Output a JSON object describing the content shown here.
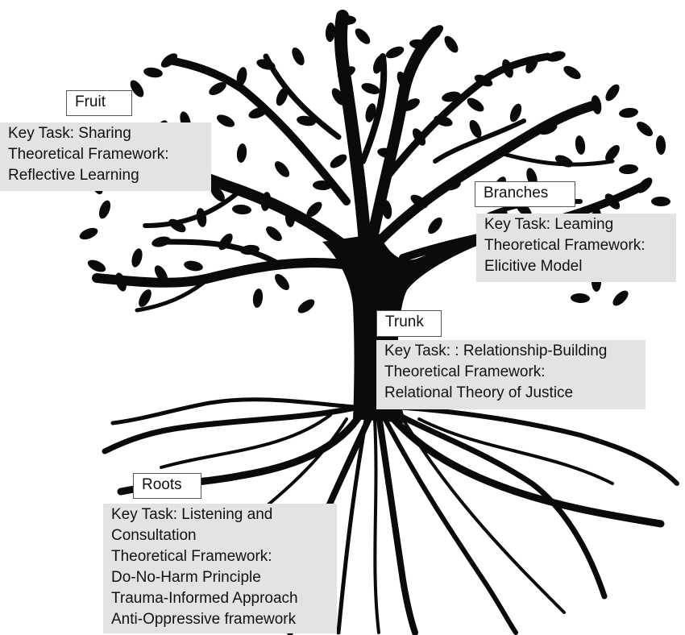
{
  "fruit": {
    "label": "Fruit",
    "lines": [
      "Key Task: Sharing",
      "Theoretical Framework:",
      "Reflective Learning"
    ]
  },
  "branches": {
    "label": "Branches",
    "lines": [
      "Key Task: Leaming",
      "Theoretical Framework:",
      "Elicitive Model"
    ]
  },
  "trunk": {
    "label": "Trunk",
    "lines": [
      "Key Task: : Relationship-Building",
      "Theoretical Framework:",
      "Relational Theory of Justice"
    ]
  },
  "roots": {
    "label": "Roots",
    "lines": [
      "Key Task: Listening and",
      "Consultation",
      "Theoretical Framework:",
      "Do-No-Harm Principle",
      "Trauma-Informed Approach",
      "Anti-Oppressive framework"
    ]
  },
  "colors": {
    "tree": "#0a0a0a",
    "box_fill": "#e2e3e5",
    "label_border": "#555555"
  }
}
